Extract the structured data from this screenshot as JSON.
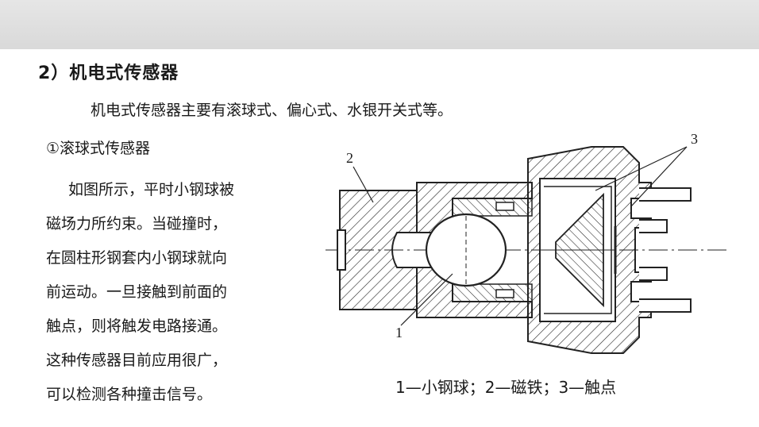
{
  "slide": {
    "heading": "2）机电式传感器",
    "intro": "机电式传感器主要有滚球式、偏心式、水银开关式等。",
    "subheading": "①滚球式传感器",
    "body_lines": [
      "如图所示，平时小钢球被",
      "磁场力所约束。当碰撞时，",
      "在圆柱形钢套内小钢球就向",
      "前运动。一旦接触到前面的",
      "触点，则将触发电路接通。",
      "这种传感器目前应用很广，",
      "可以检测各种撞击信号。"
    ]
  },
  "diagram": {
    "labels": {
      "ball": "1",
      "magnet": "2",
      "contacts": "3"
    },
    "caption": "1—小钢球；2—磁铁；3—触点"
  }
}
